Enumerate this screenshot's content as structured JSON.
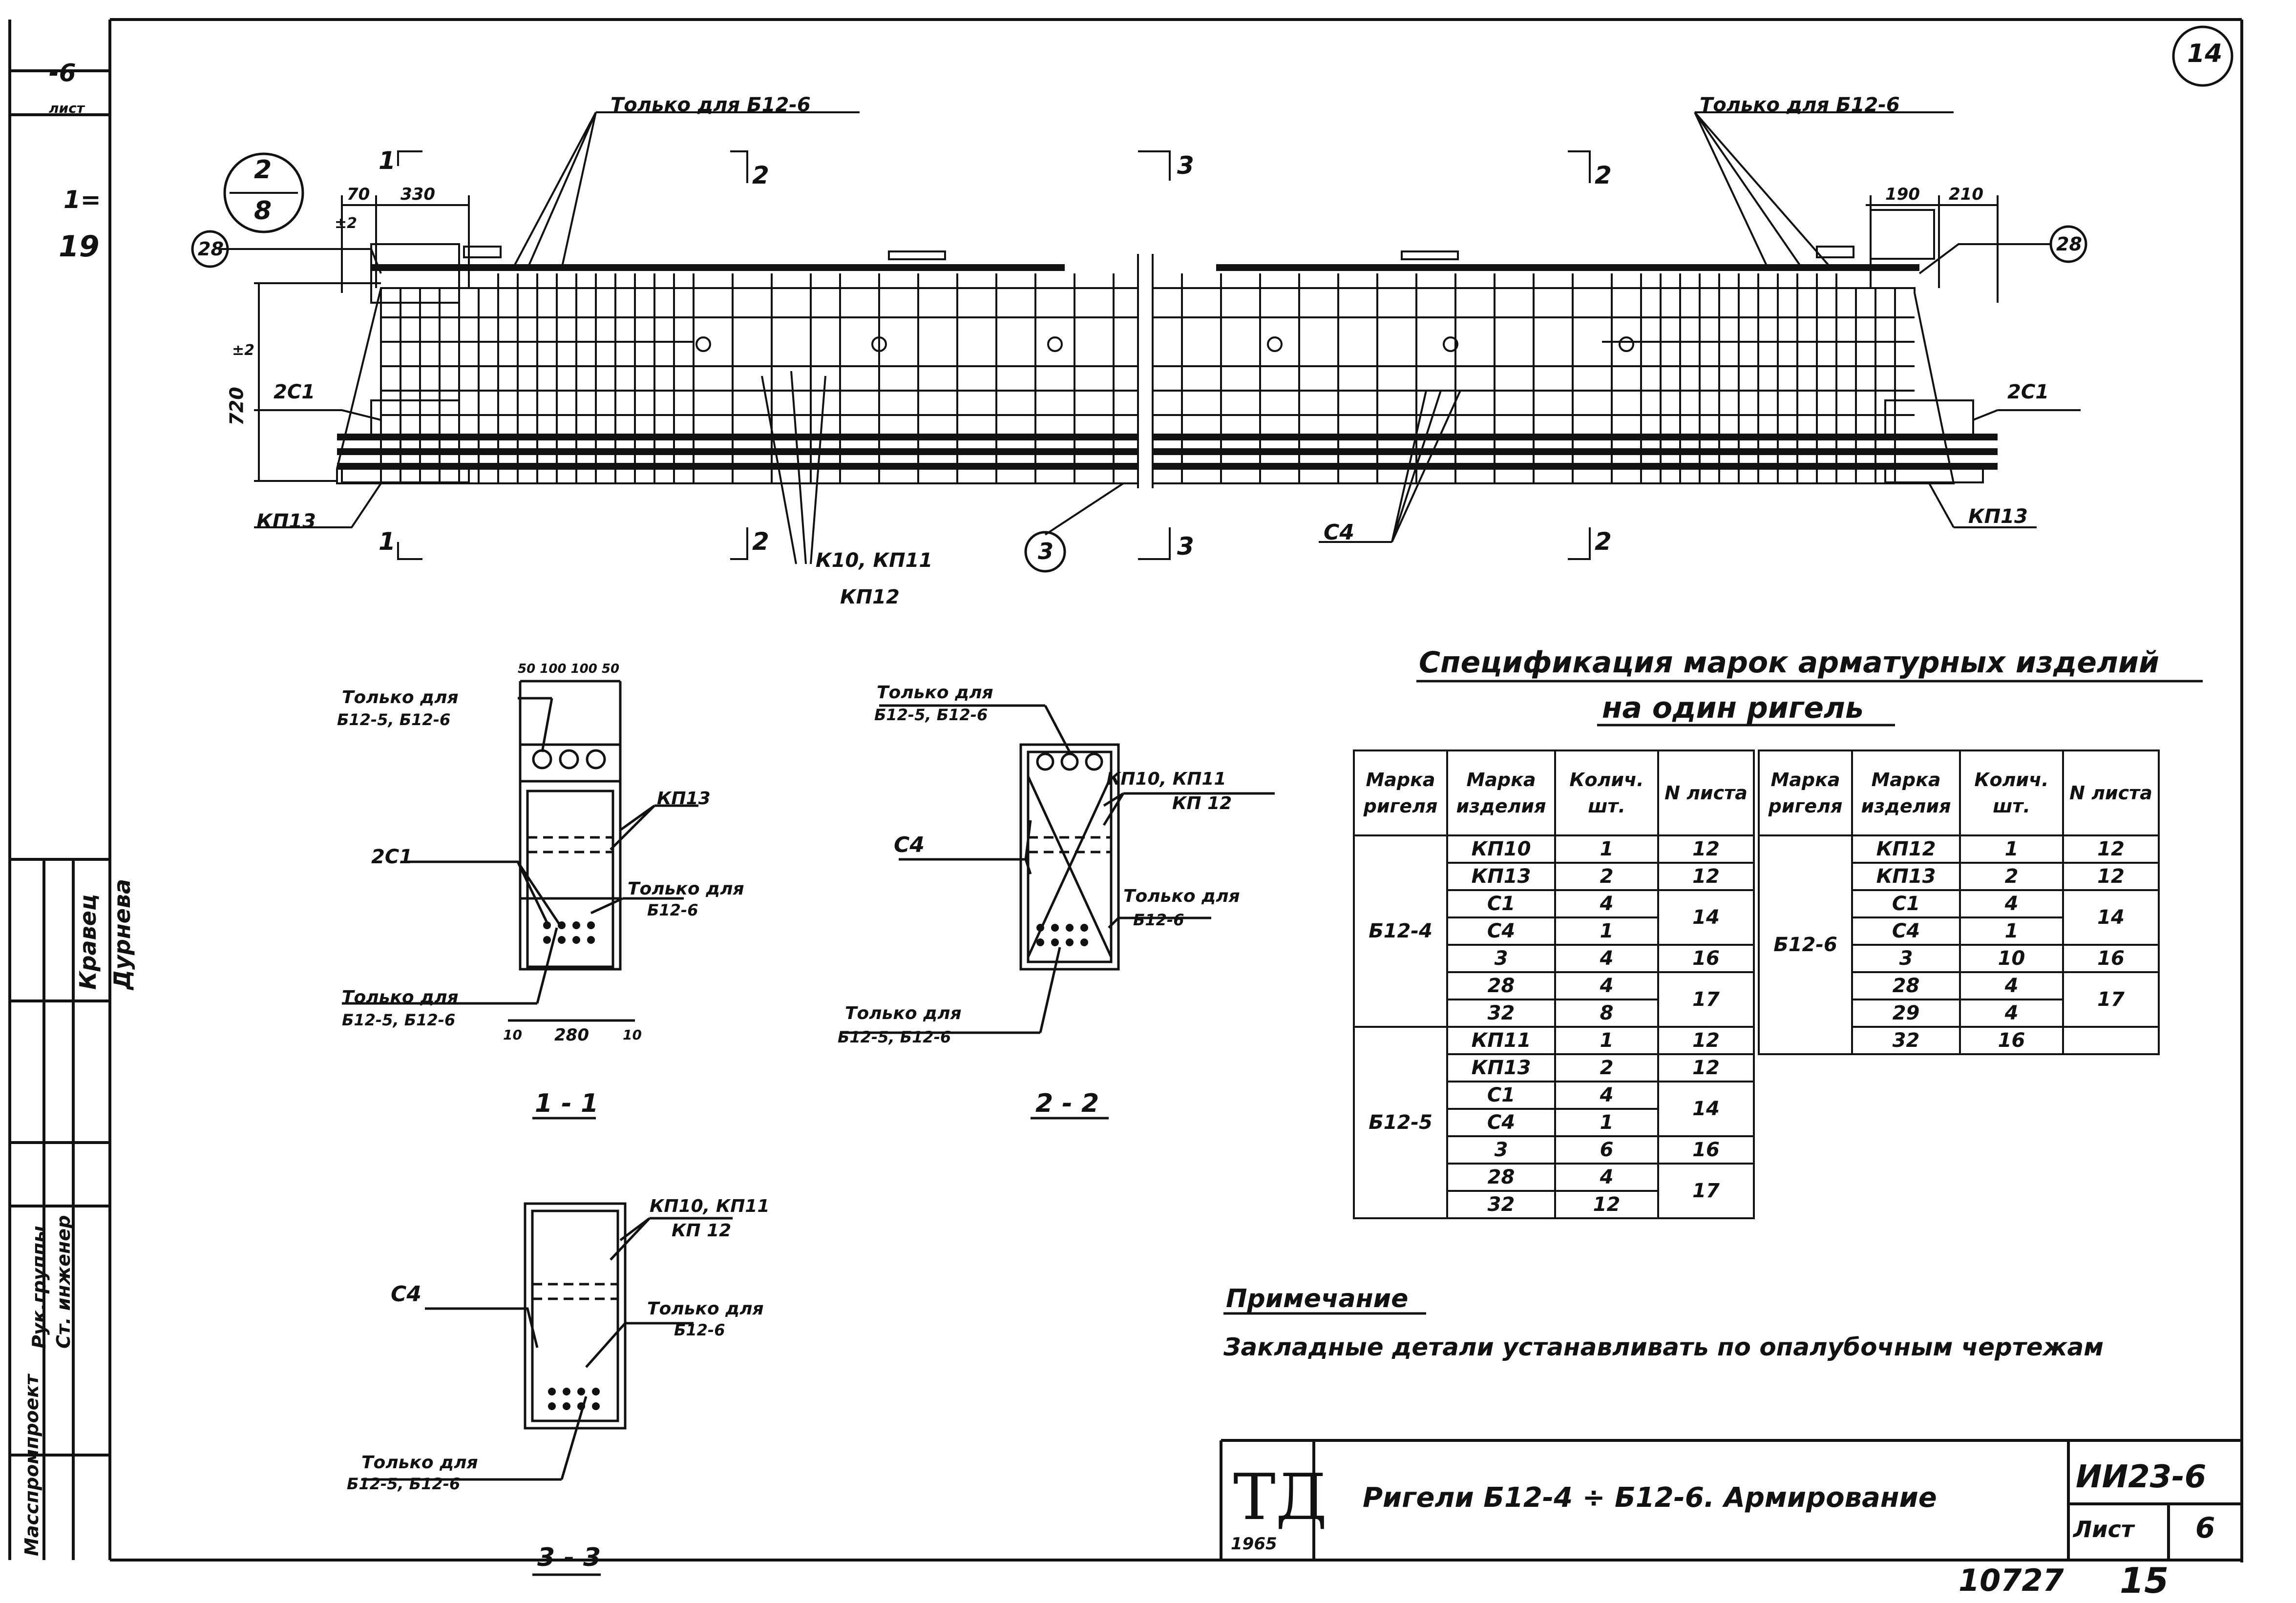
{
  "sheet": {
    "circle_number": "14",
    "left_strip": {
      "top_code": "-6",
      "list_label": "лист",
      "code2": "1=",
      "code3": "19",
      "roles": [
        "Масспромпроект",
        "Рук.группы",
        "Ст. инженер"
      ],
      "names": [
        "Дурнева",
        "Кравец"
      ]
    }
  },
  "elevation": {
    "only_b12_6": "Только для Б12-6",
    "section_mark_top": "2",
    "section_mark_bottom": "8",
    "dim_70": "70",
    "dim_330": "330",
    "dim_190": "190",
    "dim_210": "210",
    "dim_720": "720",
    "level_mark": "±2",
    "callout_28": "28",
    "callout_3": "3",
    "label_2c1": "2С1",
    "label_kp13": "КП13",
    "label_k10": "К10, КП11",
    "label_kp12": "КП12",
    "label_c4": "С4",
    "cut_1": "1",
    "cut_2": "2",
    "cut_3": "3"
  },
  "section_1_1": {
    "only_for": "Только для",
    "b12_5_6": "Б12-5, Б12-6",
    "b12_6": "Б12-6",
    "dims_top": "50 100 100 50",
    "dim_280": "280",
    "dim_10": "10",
    "kp13": "КП13",
    "c1": "2С1",
    "title": "1 - 1"
  },
  "section_2_2": {
    "only_for": "Только для",
    "b12_5_6": "Б12-5, Б12-6",
    "b12_6": "Б12-6",
    "kp10": "КП10, КП11",
    "kp12": "КП 12",
    "c4": "С4",
    "title": "2 - 2"
  },
  "section_3_3": {
    "only_for": "Только для",
    "b12_5_6": "Б12-5, Б12-6",
    "b12_6": "Б12-6",
    "kp10": "КП10, КП11",
    "kp12": "КП 12",
    "c4": "С4",
    "title": "3 - 3"
  },
  "spec": {
    "title_line1": "Спецификация марок арматурных изделий",
    "title_line2": "на один ригель",
    "headers": [
      "Марка ригеля",
      "Марка изделия",
      "Колич. шт.",
      "N листа"
    ],
    "left_groups": [
      {
        "mark": "Б12-4",
        "rows": [
          [
            "КП10",
            "1",
            "12"
          ],
          [
            "КП13",
            "2",
            "12"
          ],
          [
            "С1",
            "4",
            "14"
          ],
          [
            "С4",
            "1",
            ""
          ],
          [
            "3",
            "4",
            "16"
          ],
          [
            "28",
            "4",
            "17"
          ],
          [
            "32",
            "8",
            ""
          ]
        ]
      },
      {
        "mark": "Б12-5",
        "rows": [
          [
            "КП11",
            "1",
            "12"
          ],
          [
            "КП13",
            "2",
            "12"
          ],
          [
            "С1",
            "4",
            "14"
          ],
          [
            "С4",
            "1",
            ""
          ],
          [
            "3",
            "6",
            "16"
          ],
          [
            "28",
            "4",
            "17"
          ],
          [
            "32",
            "12",
            ""
          ]
        ]
      }
    ],
    "right_group": {
      "mark": "Б12-6",
      "rows": [
        [
          "КП12",
          "1",
          "12"
        ],
        [
          "КП13",
          "2",
          "12"
        ],
        [
          "С1",
          "4",
          "14"
        ],
        [
          "С4",
          "1",
          ""
        ],
        [
          "3",
          "10",
          "16"
        ],
        [
          "28",
          "4",
          "17"
        ],
        [
          "29",
          "4",
          ""
        ],
        [
          "32",
          "16",
          ""
        ]
      ]
    }
  },
  "note": {
    "title": "Примечание",
    "text": "Закладные детали устанавливать по опалубочным чертежам"
  },
  "title_block": {
    "logo": "ТД",
    "year": "1965",
    "title": "Ригели Б12-4 ÷ Б12-6. Армирование",
    "code": "ИИ23-6",
    "sheet_label": "Лист",
    "sheet_number": "6"
  },
  "footer": {
    "number": "10727",
    "page": "15"
  }
}
